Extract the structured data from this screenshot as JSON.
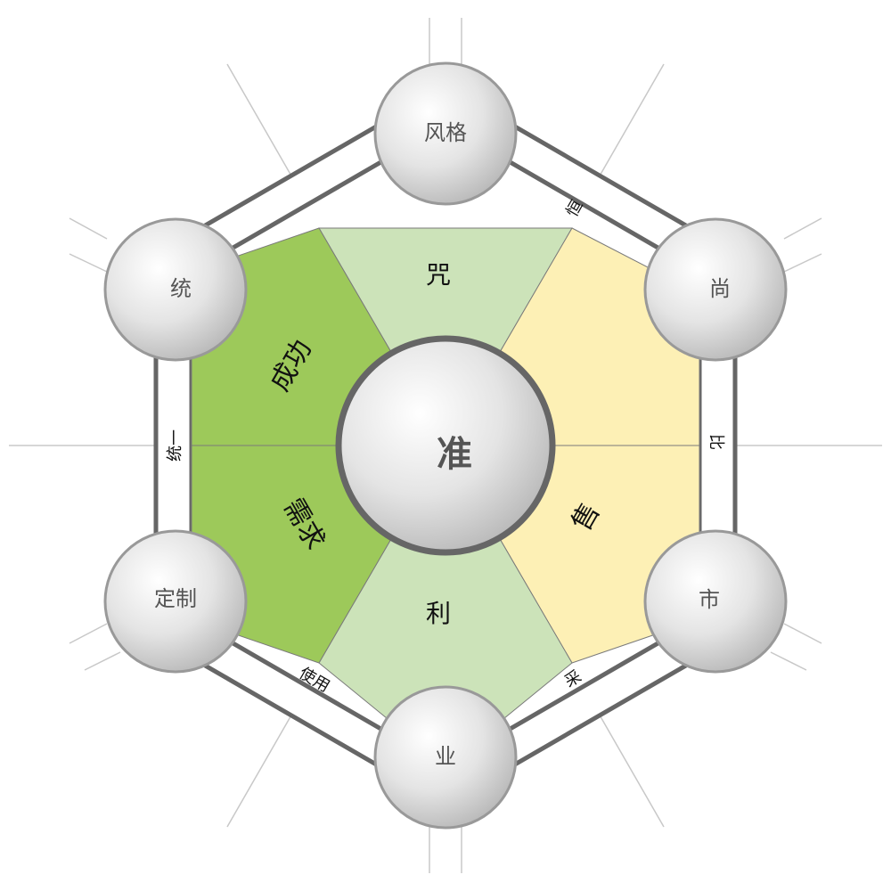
{
  "center": {
    "label": "准"
  },
  "nodes": {
    "top": "风格",
    "upper_right": "尚",
    "lower_right": "市",
    "bottom": "业",
    "lower_left": "定制",
    "upper_left": "统"
  },
  "sectors": {
    "top": "咒",
    "right": "售",
    "bottom": "利",
    "left_lower": "需求",
    "left_upper": "成功"
  },
  "edge_labels": {
    "top_right": "恒",
    "right": "比",
    "bottom_right": "采",
    "bottom_left": "使用",
    "left": "统一"
  },
  "colors": {
    "sector_light_green": "#cce3b9",
    "sector_dark_green": "#9dc95a",
    "sector_yellow": "#fdf0b5",
    "outline": "#666666",
    "sphere_border": "#999999",
    "center_border": "#666666"
  }
}
